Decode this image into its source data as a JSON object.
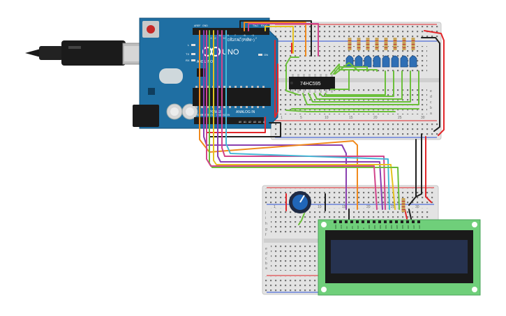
{
  "arduino": {
    "brand": "ARDUINO",
    "model": "UNO",
    "digital_header": "DIGITAL (PWM~)",
    "analog_header": "ANALOG IN",
    "power_header": "POWER",
    "on_label": "ON",
    "led_l": "L",
    "led_tx": "TX",
    "led_rx": "RX",
    "aref": "AREF",
    "gnd": "GND",
    "tx_pin": "TX▸1",
    "rx_pin": "RX◂0",
    "power_pins": [
      "IOREF",
      "RESET",
      "3V3",
      "5V",
      "GND",
      "GND",
      "VIN"
    ],
    "analog_pins": [
      "A0",
      "A1",
      "A2",
      "A3",
      "A4",
      "A5"
    ],
    "digital_pins": [
      "13",
      "12",
      "~11",
      "~10",
      "~9",
      "8",
      "7",
      "~6",
      "~5",
      "4",
      "~3",
      "2"
    ]
  },
  "shift_register": {
    "label": "74HC595"
  },
  "breadboard_top": {
    "row_letters_top": [
      "j",
      "i",
      "h",
      "g",
      "f"
    ],
    "row_letters_bottom": [
      "e",
      "d",
      "c",
      "b",
      "a"
    ],
    "column_numbers": [
      "1",
      "5",
      "10",
      "15",
      "20",
      "25",
      "30"
    ]
  },
  "breadboard_bottom": {
    "row_letters_top": [
      "j",
      "i",
      "h",
      "g",
      "f"
    ],
    "row_letters_bottom": [
      "e",
      "d",
      "c",
      "b",
      "a"
    ],
    "column_numbers": [
      "1",
      "5",
      "10",
      "15",
      "20",
      "25",
      "30"
    ]
  },
  "lcd": {
    "pin_labels": [
      "GND",
      "VCC",
      "V0",
      "RS",
      "RW",
      "E",
      "DB0",
      "DB1",
      "DB2",
      "DB3",
      "DB4",
      "DB5",
      "DB6",
      "DB7",
      "LED",
      "LED"
    ]
  },
  "colors": {
    "arduino_board": "#1f6fa3",
    "breadboard": "#e3e3e3",
    "led": "#2f6fb5",
    "lcd_pcb": "#6fcf7a",
    "lcd_screen": "#26324f",
    "wire_red": "#e2262a",
    "wire_black": "#202020",
    "wire_orange": "#f08a1d",
    "wire_green": "#6bbf3a",
    "wire_purple": "#8a3fb0",
    "wire_cyan": "#45b8d6",
    "wire_pink": "#d2458c",
    "wire_yellow": "#e4c21e",
    "wire_brown": "#8b5a2b"
  }
}
